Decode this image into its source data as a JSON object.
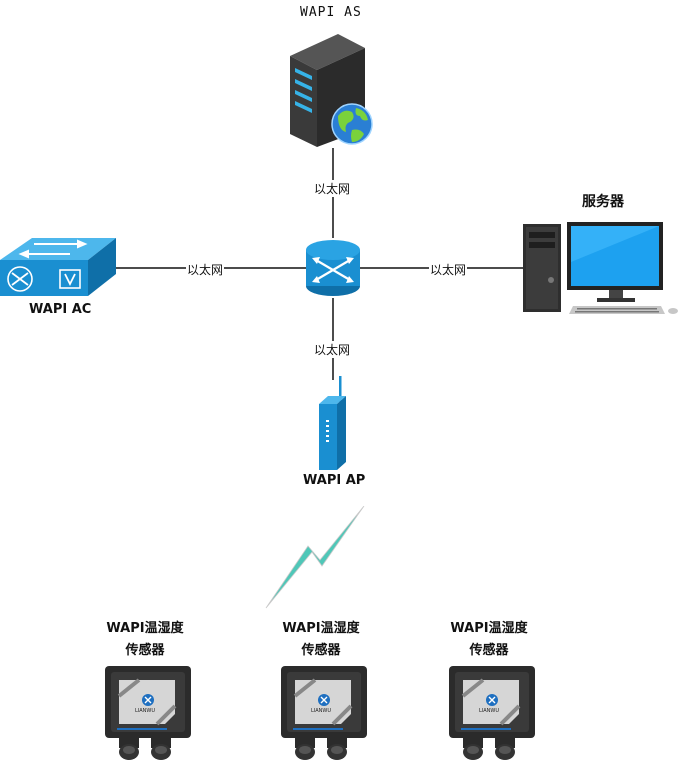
{
  "nodes": {
    "as": {
      "label": "WAPI AS",
      "icon": "server-tower-icon"
    },
    "ac": {
      "label": "WAPI AC",
      "icon": "access-controller-switch-icon"
    },
    "router": {
      "icon": "router-icon"
    },
    "server": {
      "label": "服务器",
      "icon": "desktop-computer-icon"
    },
    "ap": {
      "label": "WAPI AP",
      "icon": "access-point-icon"
    },
    "wireless": {
      "icon": "wireless-link-icon"
    }
  },
  "links": {
    "as_router": "以太网",
    "ac_router": "以太网",
    "server_router": "以太网",
    "ap_router": "以太网"
  },
  "sensors": [
    {
      "title_line1": "WAPI温湿度",
      "title_line2": "传感器",
      "brand": "LIANWU",
      "icon": "sensor-box-icon"
    },
    {
      "title_line1": "WAPI温湿度",
      "title_line2": "传感器",
      "brand": "LIANWU",
      "icon": "sensor-box-icon"
    },
    {
      "title_line1": "WAPI温湿度",
      "title_line2": "传感器",
      "brand": "LIANWU",
      "icon": "sensor-box-icon"
    }
  ],
  "colors": {
    "line": "#111111",
    "router_blue": "#1a8fd1",
    "accent_cyan": "#36b3e8",
    "wireless_teal": "#4fc7b8"
  }
}
